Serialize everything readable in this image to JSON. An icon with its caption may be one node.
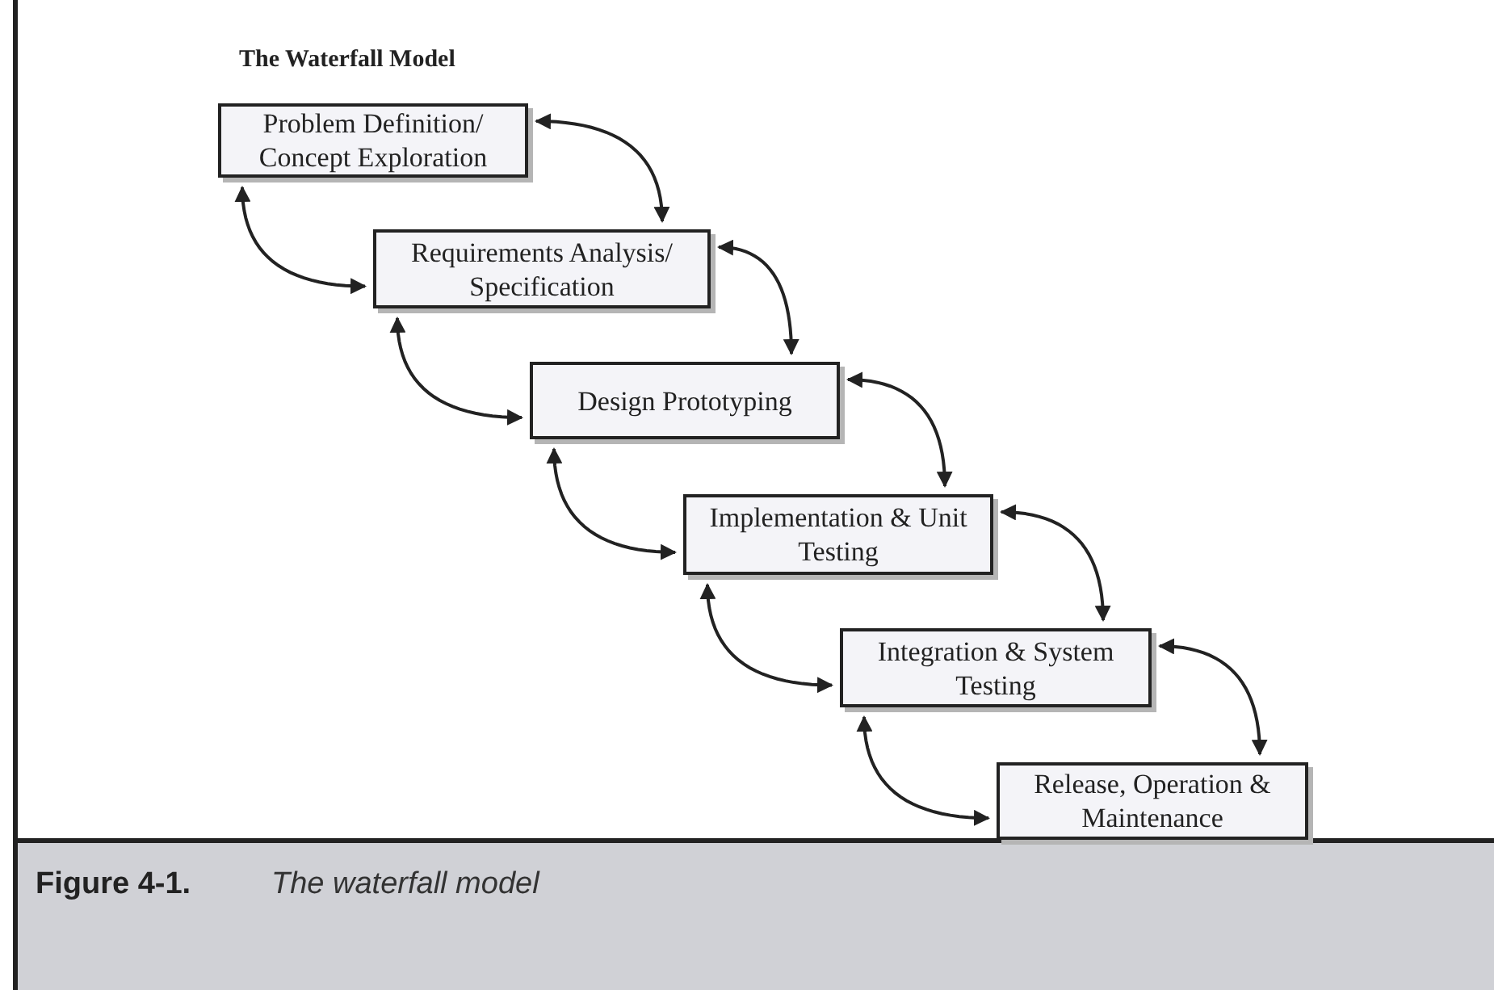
{
  "diagram": {
    "title": "The Waterfall Model",
    "caption": "The waterfall model",
    "nodes": [
      {
        "text": [
          "Problem Definition/ Concept Exploration"
        ]
      },
      {
        "text": [
          "Requirements Analysis/ Specification"
        ]
      },
      {
        "text": [
          "Design Prototyping"
        ]
      },
      {
        "text": [
          "Implementation & Unit Testing"
        ]
      },
      {
        "text": [
          "Integration & System Testing"
        ]
      },
      {
        "text": [
          "Release, Operation & Maintenance"
        ]
      }
    ],
    "edges": [
      {
        "from": 0,
        "to": 1,
        "arrow": "both"
      },
      {
        "from": 1,
        "to": 0,
        "arrow": "both"
      },
      {
        "from": 1,
        "to": 2,
        "arrow": "both"
      },
      {
        "from": 2,
        "to": 1,
        "arrow": "both"
      },
      {
        "from": 2,
        "to": 3,
        "arrow": "both"
      },
      {
        "from": 3,
        "to": 2,
        "arrow": "both"
      },
      {
        "from": 3,
        "to": 4,
        "arrow": "both"
      },
      {
        "from": 4,
        "to": 3,
        "arrow": "both"
      },
      {
        "from": 4,
        "to": 5,
        "arrow": "both"
      },
      {
        "from": 5,
        "to": 4,
        "arrow": "both"
      }
    ],
    "labels": [
      "Figure 4-1."
    ]
  }
}
